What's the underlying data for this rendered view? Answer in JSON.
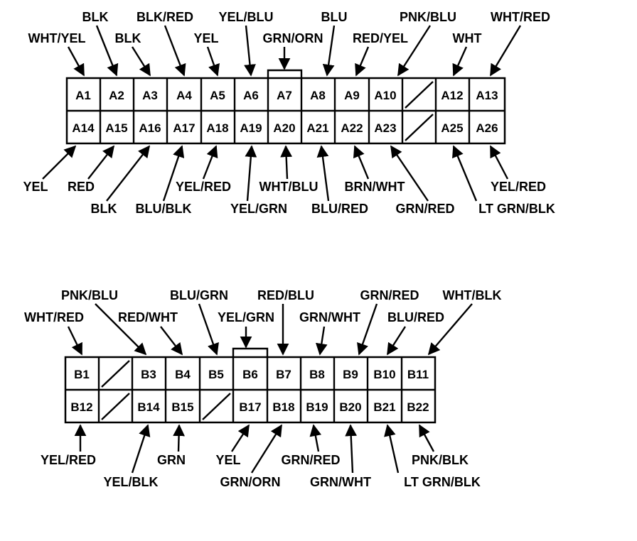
{
  "connector_a": {
    "row1": [
      "A1",
      "A2",
      "A3",
      "A4",
      "A5",
      "A6",
      "A7",
      "A8",
      "A9",
      "A10",
      "",
      "A12",
      "A13"
    ],
    "row2": [
      "A14",
      "A15",
      "A16",
      "A17",
      "A18",
      "A19",
      "A20",
      "A21",
      "A22",
      "A23",
      "",
      "A25",
      "A26"
    ],
    "top_labels": [
      "WHT/YEL",
      "BLK",
      "BLK",
      "BLK/RED",
      "YEL",
      "YEL/BLU",
      "GRN/ORN",
      "BLU",
      "RED/YEL",
      "PNK/BLU",
      "WHT",
      "WHT/RED"
    ],
    "bottom_labels": [
      "YEL",
      "RED",
      "BLK",
      "BLU/BLK",
      "YEL/RED",
      "YEL/GRN",
      "WHT/BLU",
      "BLU/RED",
      "BRN/WHT",
      "GRN/RED",
      "LT GRN/BLK",
      "YEL/RED"
    ]
  },
  "connector_b": {
    "row1": [
      "B1",
      "",
      "B3",
      "B4",
      "B5",
      "B6",
      "B7",
      "B8",
      "B9",
      "B10",
      "B11"
    ],
    "row2": [
      "B12",
      "",
      "B14",
      "B15",
      "",
      "B17",
      "B18",
      "B19",
      "B20",
      "B21",
      "B22"
    ],
    "top_labels": [
      "WHT/RED",
      "PNK/BLU",
      "RED/WHT",
      "BLU/GRN",
      "YEL/GRN",
      "RED/BLU",
      "GRN/WHT",
      "GRN/RED",
      "BLU/RED",
      "WHT/BLK"
    ],
    "bottom_labels": [
      "YEL/RED",
      "YEL/BLK",
      "GRN",
      "YEL",
      "GRN/ORN",
      "GRN/RED",
      "GRN/WHT",
      "LT GRN/BLK",
      "PNK/BLK"
    ]
  }
}
